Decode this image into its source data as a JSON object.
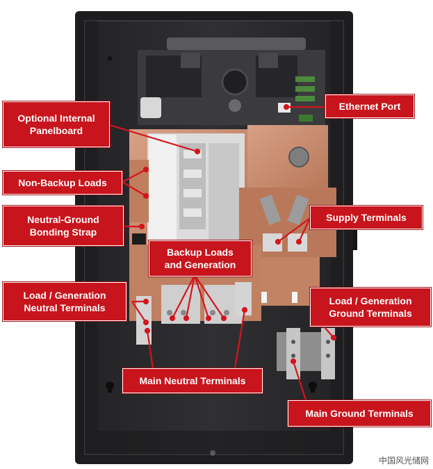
{
  "labels": {
    "optional_internal_panelboard": "Optional Internal\nPanelboard",
    "ethernet_port": "Ethernet Port",
    "non_backup_loads": "Non-Backup Loads",
    "neutral_ground_bonding_strap": "Neutral-Ground\nBonding Strap",
    "supply_terminals": "Supply Terminals",
    "backup_loads_and_generation": "Backup Loads\nand Generation",
    "load_generation_neutral_terminals": "Load / Generation\nNeutral Terminals",
    "load_generation_ground_terminals": "Load / Generation\nGround Terminals",
    "main_neutral_terminals": "Main Neutral Terminals",
    "main_ground_terminals": "Main Ground Terminals"
  },
  "watermark": "中国风光储网",
  "colors": {
    "label_background": "#c8141c",
    "label_text": "#ffffff",
    "leader_line": "#d4151d",
    "enclosure": "#2b2b2d",
    "copper": "#c98a6a"
  }
}
